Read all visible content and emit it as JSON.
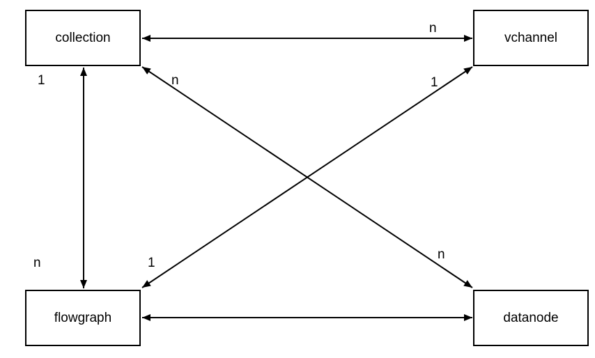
{
  "diagram": {
    "title": "entity-relationship-diagram",
    "colors": {
      "background": "#ffffff",
      "node_fill": "#ffffff",
      "node_border": "#000000",
      "line": "#000000"
    },
    "nodes": [
      {
        "id": "collection",
        "label": "collection"
      },
      {
        "id": "vchannel",
        "label": "vchannel"
      },
      {
        "id": "flowgraph",
        "label": "flowgraph"
      },
      {
        "id": "datanode",
        "label": "datanode"
      }
    ],
    "edges": [
      {
        "from": "collection",
        "to": "vchannel",
        "style": "double-arrow"
      },
      {
        "from": "collection",
        "to": "flowgraph",
        "style": "double-arrow"
      },
      {
        "from": "collection",
        "to": "datanode",
        "style": "double-arrow"
      },
      {
        "from": "flowgraph",
        "to": "vchannel",
        "style": "double-arrow"
      },
      {
        "from": "flowgraph",
        "to": "datanode",
        "style": "double-arrow"
      }
    ],
    "cardinalities": [
      {
        "edge": "collection-vchannel",
        "end": "vchannel",
        "text": "n"
      },
      {
        "edge": "collection-flowgraph",
        "end": "collection",
        "text": "1"
      },
      {
        "edge": "collection-datanode",
        "end": "collection",
        "text": "n"
      },
      {
        "edge": "flowgraph-vchannel",
        "end": "vchannel",
        "text": "1"
      },
      {
        "edge": "collection-flowgraph",
        "end": "flowgraph",
        "text": "n"
      },
      {
        "edge": "flowgraph-vchannel",
        "end": "flowgraph",
        "text": "1"
      },
      {
        "edge": "collection-datanode",
        "end": "datanode",
        "text": "n"
      }
    ]
  }
}
